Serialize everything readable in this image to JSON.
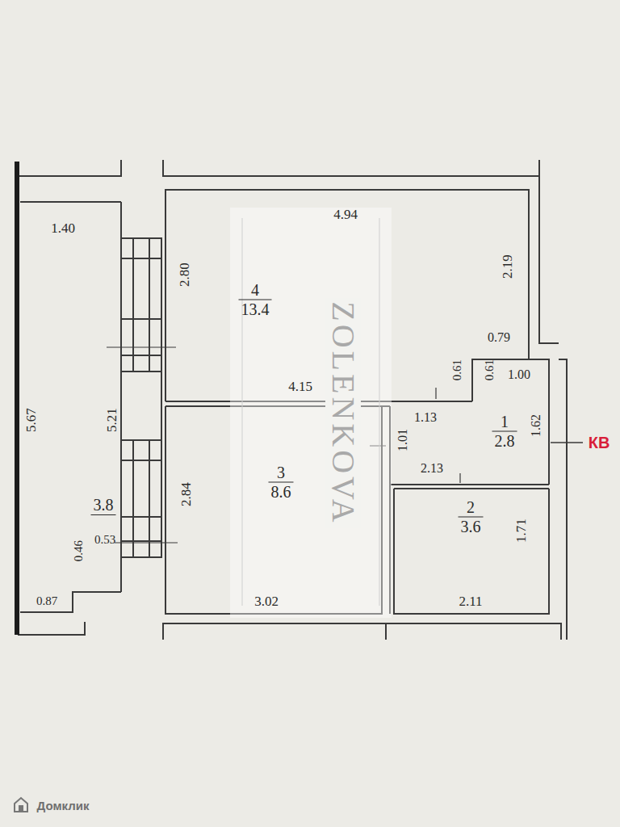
{
  "diagram": {
    "nodes": [
      {
        "text": [
          "4",
          "13.4"
        ]
      },
      {
        "text": [
          "3.8"
        ]
      },
      {
        "text": [
          "1",
          "2.8"
        ]
      },
      {
        "text": [
          "3",
          "8.6"
        ]
      },
      {
        "text": [
          "2",
          "3.6"
        ]
      }
    ],
    "labels": [
      "ZOLENKOVA",
      "1.40",
      "4.94",
      "2.19",
      "2.80",
      "5.67",
      "5.21",
      "0.79",
      "0.61",
      "0.61",
      "1.00",
      "4.15",
      "1.13",
      "1.62",
      "1.01",
      "2.13",
      "2.84",
      "1.71",
      "0.46",
      "0.53",
      "3.02",
      "2.11",
      "0.87",
      "КВ",
      "Домклик"
    ]
  }
}
